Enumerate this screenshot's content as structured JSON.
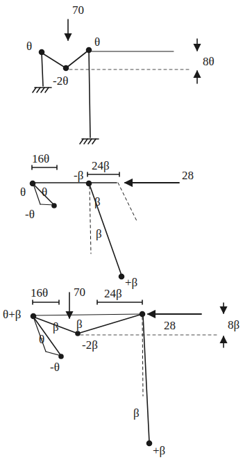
{
  "diagram": {
    "labels": [
      "70",
      "θ",
      "θ",
      "-2θ",
      "8θ",
      "16θ",
      "24β",
      "θ",
      "θ",
      "-β",
      "-θ",
      "28",
      "β",
      "β",
      "+β",
      "16θ",
      "70",
      "θ+β",
      "β",
      "β",
      "θ",
      "-2β",
      "24β",
      "28",
      "8β",
      "-θ",
      "β",
      "+β"
    ]
  }
}
